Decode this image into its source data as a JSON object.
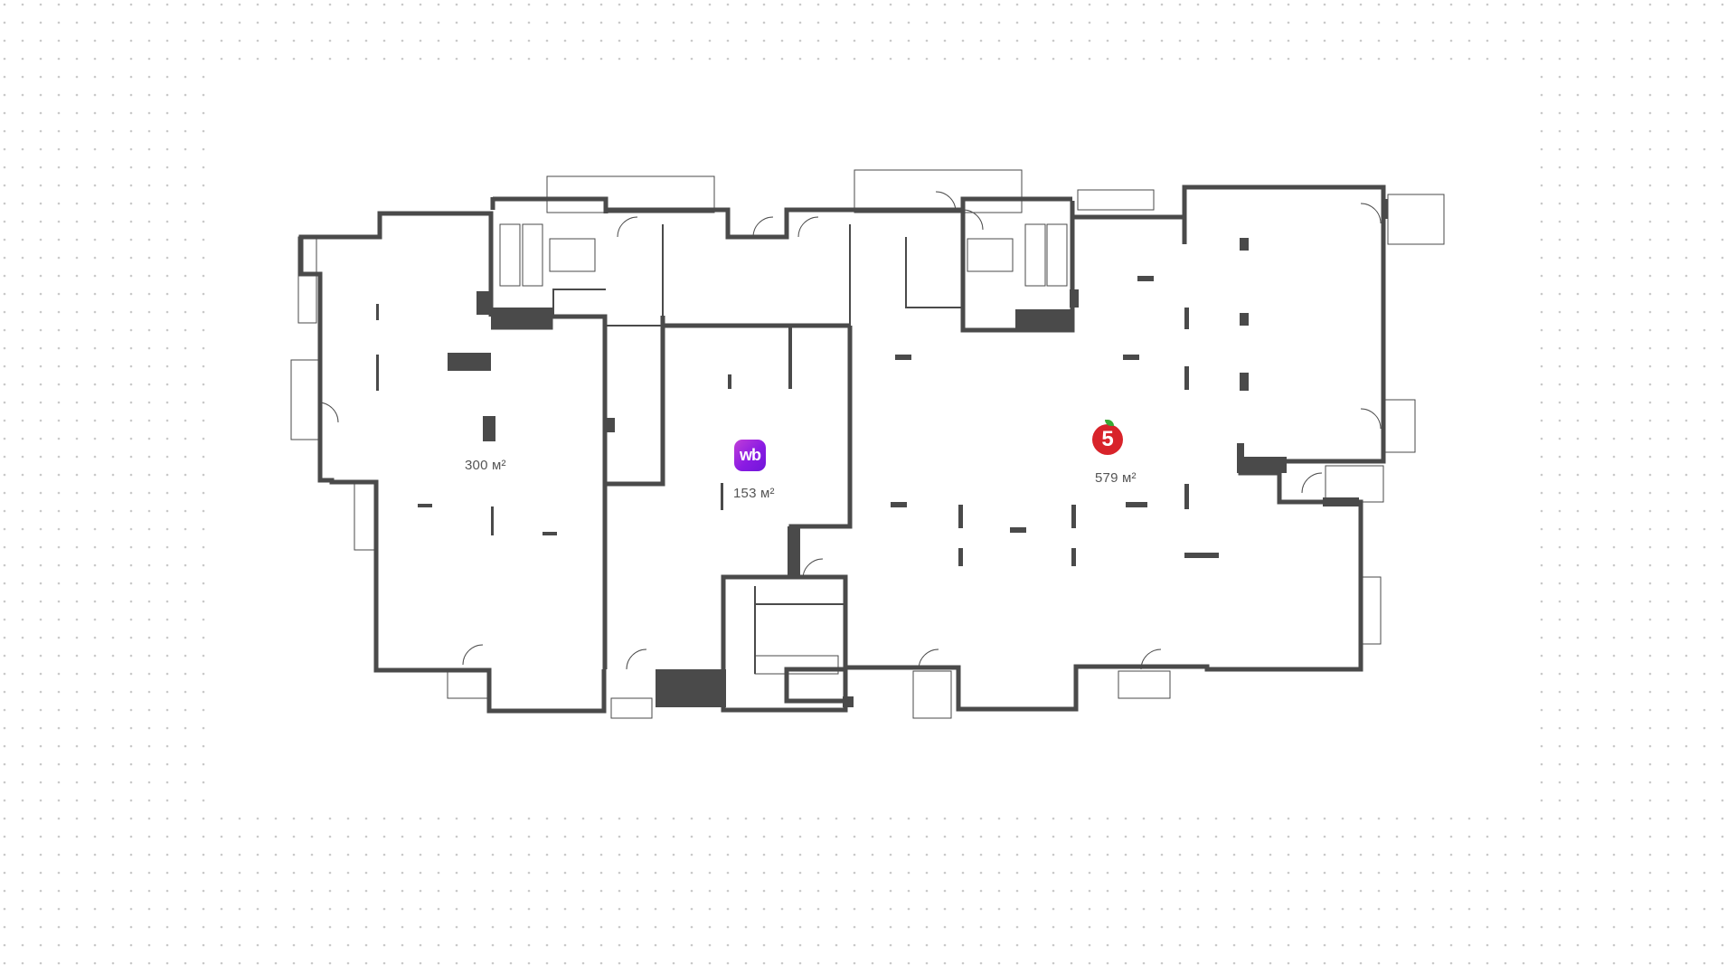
{
  "floor_plan": {
    "units": [
      {
        "id": "unit-left",
        "area": "300 м²"
      },
      {
        "id": "unit-wb",
        "area": "153 м²",
        "tenant_logo_text": "wb"
      },
      {
        "id": "unit-pyaterochka",
        "area": "579 м²",
        "tenant_logo_text": "5"
      }
    ]
  },
  "colors": {
    "wall": "#4a4a4a",
    "dots": "#c9c9c9",
    "wb_brand": "#8a1be3",
    "pyaterochka_brand": "#d8232a",
    "pyaterochka_leaf": "#3aa935",
    "label_text": "#555555"
  },
  "icons": [
    "wildberries-logo-icon",
    "pyaterochka-logo-icon"
  ]
}
